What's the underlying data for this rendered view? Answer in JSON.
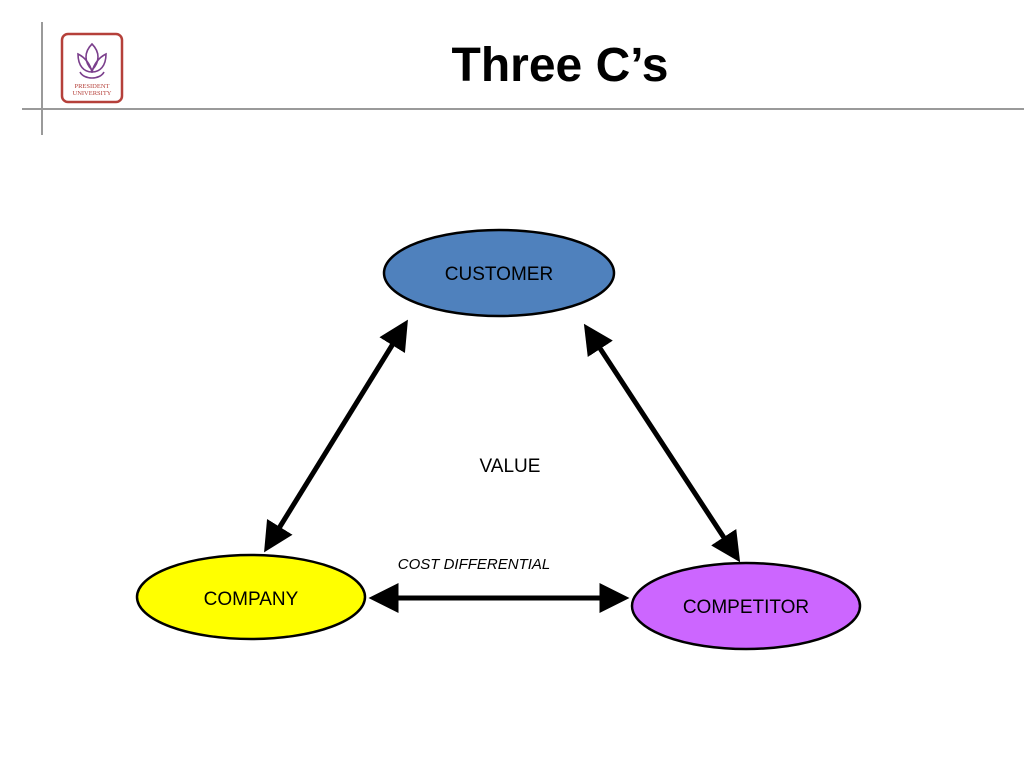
{
  "slide": {
    "title": "Three C’s",
    "logo": {
      "icon": "lotus-shield-icon",
      "text_top": "PRESIDENT",
      "text_bottom": "UNIVERSITY",
      "color": "#b5403a"
    }
  },
  "diagram": {
    "nodes": {
      "customer": {
        "label": "CUSTOMER",
        "fill": "#4f81bd"
      },
      "company": {
        "label": "COMPANY",
        "fill": "#ffff00"
      },
      "competitor": {
        "label": "COMPETITOR",
        "fill": "#cc66ff"
      }
    },
    "center_label": "VALUE",
    "edge_label": "COST DIFFERENTIAL",
    "edges": [
      {
        "from": "customer",
        "to": "company",
        "style": "double-arrow"
      },
      {
        "from": "customer",
        "to": "competitor",
        "style": "double-arrow"
      },
      {
        "from": "company",
        "to": "competitor",
        "style": "double-arrow"
      }
    ]
  }
}
